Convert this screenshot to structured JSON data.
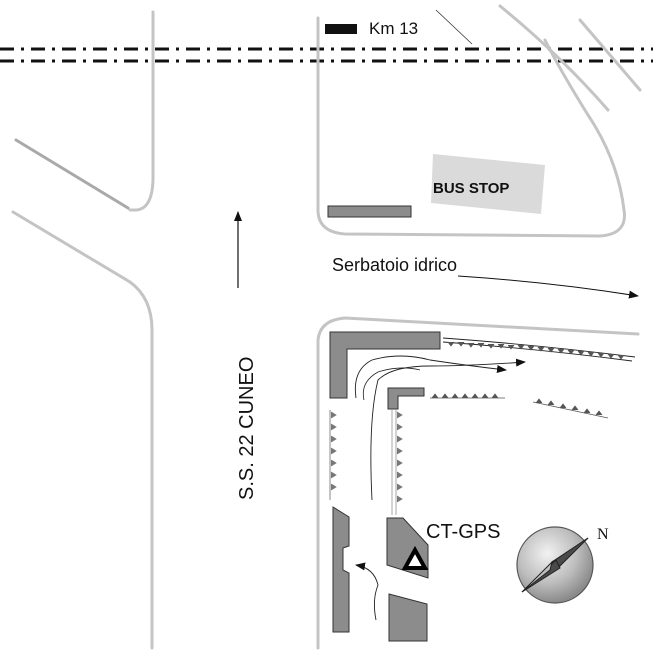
{
  "labels": {
    "km_marker": "Km 13",
    "bus_stop": "BUS STOP",
    "water_tank": "Serbatoio idrico",
    "road_name": "S.S. 22   CUNEO",
    "station": "CT-GPS",
    "north": "N"
  },
  "colors": {
    "road": "#c4c4c4",
    "building": "#8c8c8c",
    "bus_stop_box": "#dadada",
    "railway": "#111111"
  },
  "icons": [
    "compass-rose-icon",
    "triangle-marker-icon",
    "direction-arrow-icon"
  ]
}
